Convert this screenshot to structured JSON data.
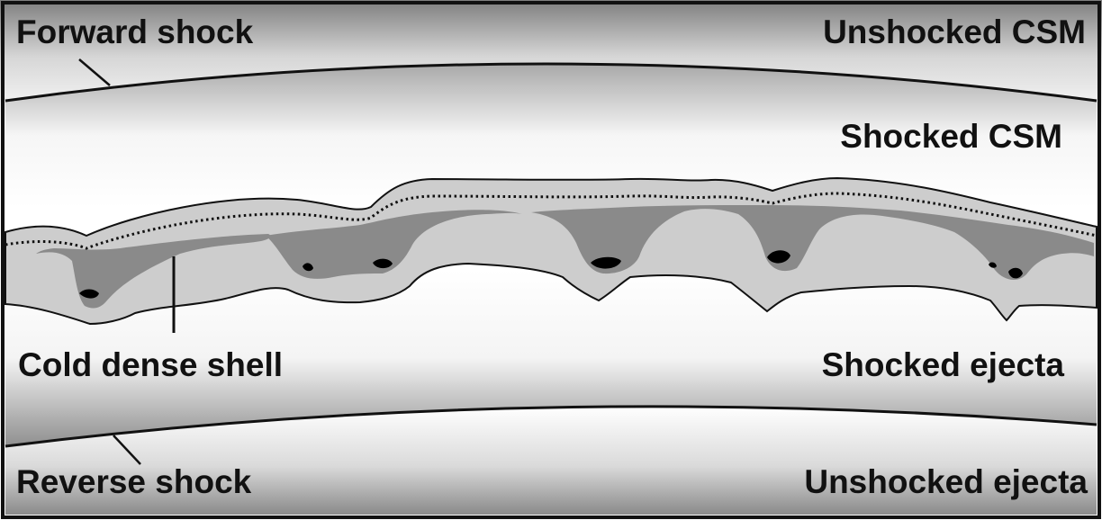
{
  "labels": {
    "forward_shock": "Forward shock",
    "unshocked_csm": "Unshocked CSM",
    "shocked_csm": "Shocked CSM",
    "cold_dense_shell": "Cold dense shell",
    "shocked_ejecta": "Shocked ejecta",
    "reverse_shock": "Reverse shock",
    "unshocked_ejecta": "Unshocked ejecta"
  },
  "colors": {
    "outline": "#111111",
    "band_edge": "#8c8c8c",
    "band_center": "#ffffff",
    "shell_light": "#cdcdcd",
    "shell_mid": "#8a8a8a",
    "clump": "#000000"
  }
}
